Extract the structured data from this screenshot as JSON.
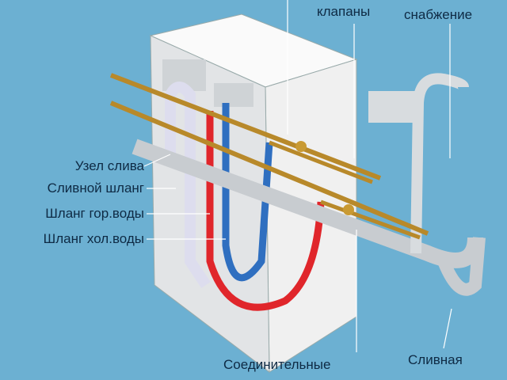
{
  "diagram": {
    "colors": {
      "background": "#6cb0d2",
      "hot": "#e0262b",
      "cold": "#2f6fc0",
      "brass": "#b8892a",
      "machine": "#f4f4f4"
    },
    "labels": {
      "valves": "клапаны",
      "supply": "снабжение",
      "drain_unit": "Узел слива",
      "drain_hose": "Сливной шланг",
      "hot_hose": "Шланг гор.воды",
      "cold_hose": "Шланг хол.воды",
      "connecting": "Соединительные",
      "drain_pipe": "Сливная"
    }
  }
}
